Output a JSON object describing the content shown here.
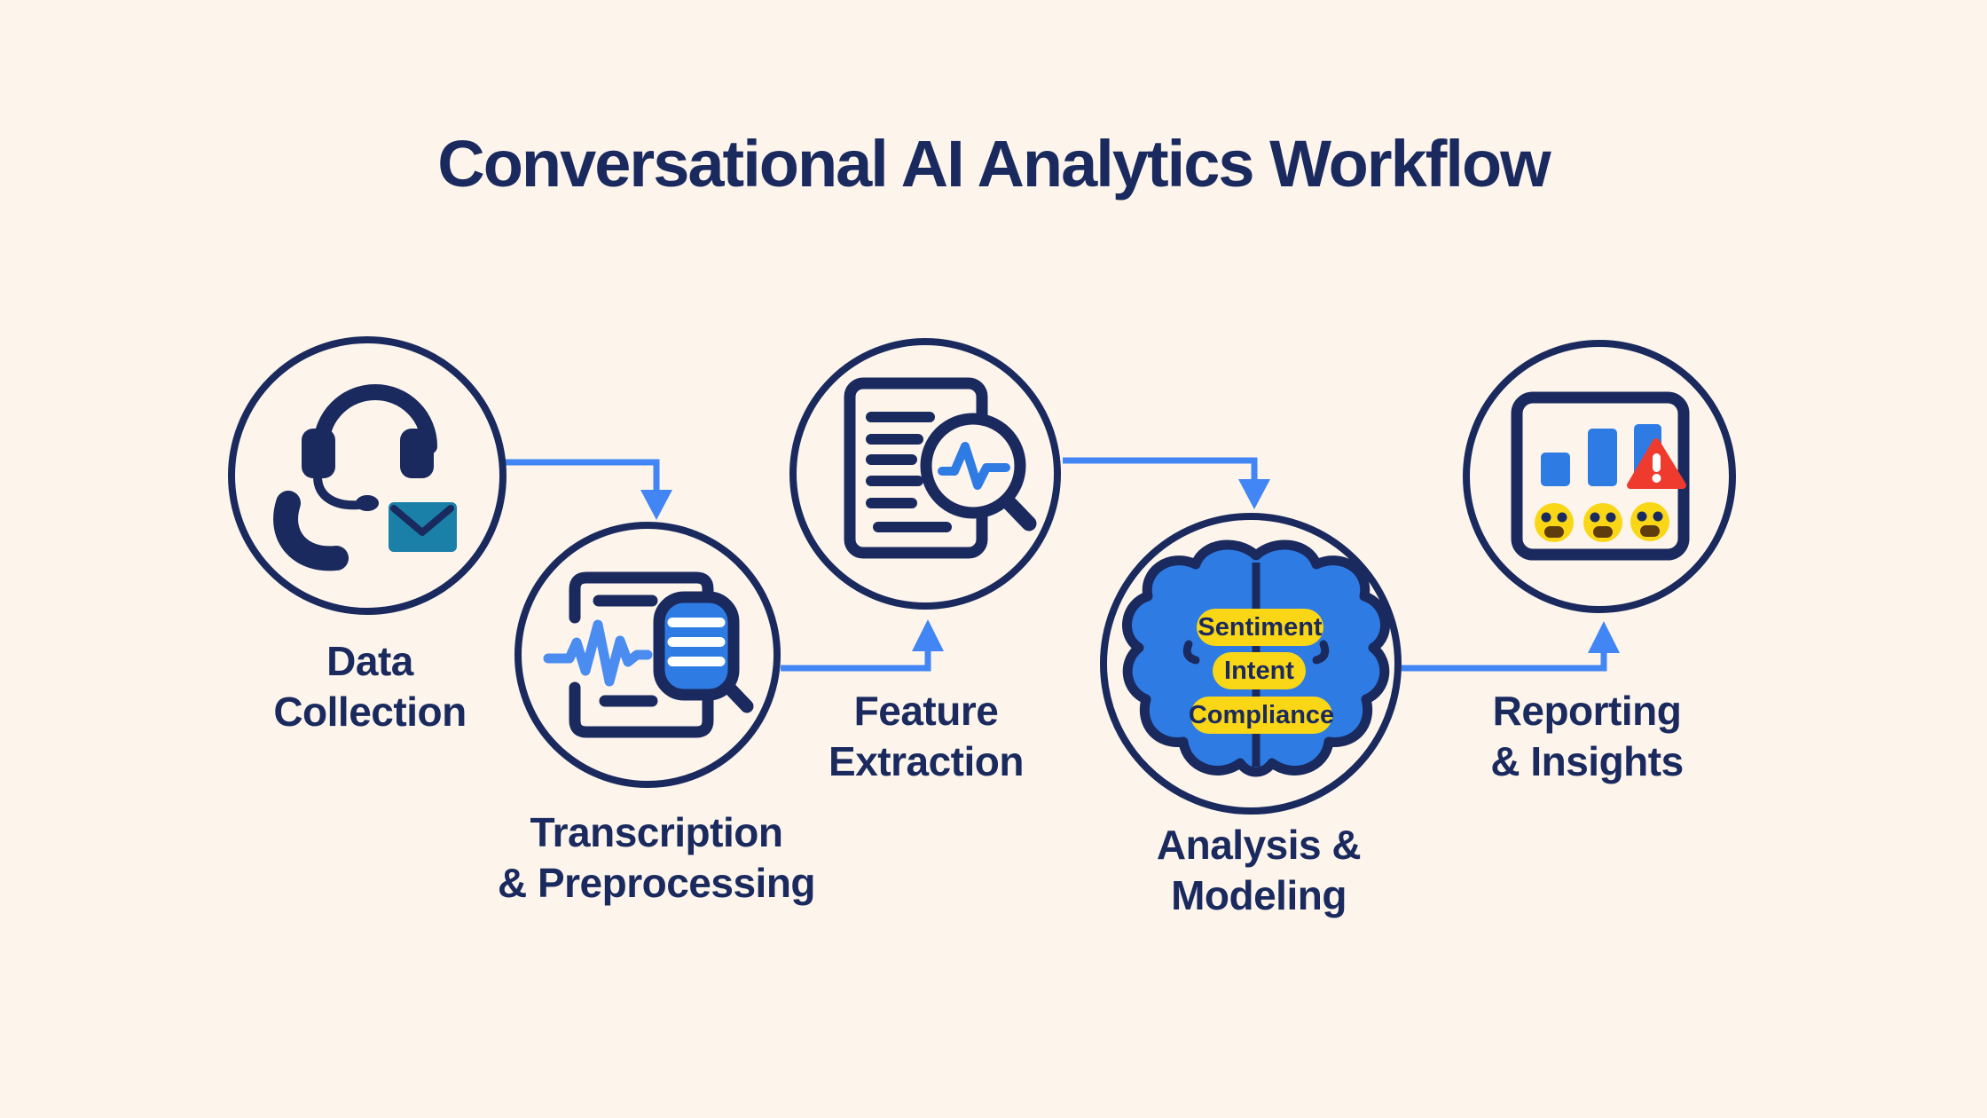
{
  "title": "Conversational AI Analytics Workflow",
  "colors": {
    "bg": "#fdf5ec",
    "navy": "#1a2a5e",
    "arrow": "#4285f4",
    "icon-blue": "#2e7be4",
    "wave-blue": "#4a8cf0",
    "teal": "#1a80a8",
    "yellow": "#f9d616",
    "red": "#ee3b2e",
    "mouth-brown": "#5e3c10"
  },
  "steps": [
    {
      "label_line1": "Data",
      "label_line2": "Collection",
      "icon": "headset-phone-email-icon"
    },
    {
      "label_line1": "Transcription",
      "label_line2": "& Preprocessing",
      "icon": "waveform-transcript-icon"
    },
    {
      "label_line1": "Feature",
      "label_line2": "Extraction",
      "icon": "document-magnifier-icon"
    },
    {
      "label_line1": "Analysis &",
      "label_line2": "Modeling",
      "icon": "brain-icon",
      "tags": [
        "Sentiment",
        "Intent",
        "Compliance"
      ]
    },
    {
      "label_line1": "Reporting",
      "label_line2": "& Insights",
      "icon": "chart-alert-emoji-icon"
    }
  ]
}
